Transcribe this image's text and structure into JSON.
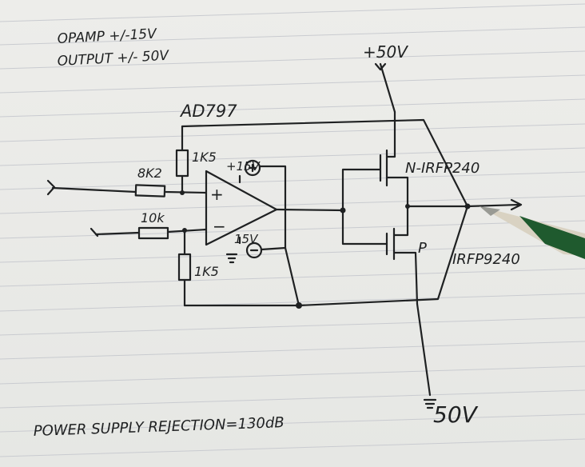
{
  "notes": {
    "line1": "OPAMP +/-15V",
    "line2": "OUTPUT +/- 50V",
    "psrr": "POWER SUPPLY REJECTION=130dB"
  },
  "components": {
    "opamp": "AD797",
    "r_in": "8K2",
    "r_ref": "10k",
    "r_top": "1K5",
    "r_bottom": "1K5",
    "pos_supply_opamp": "+15V",
    "neg_supply_opamp": "15V",
    "plus_sign": "+",
    "minus_sign": "−",
    "n_fet": "N-IRFP240",
    "p_fet_letter": "P",
    "p_fet": "IRFP9240",
    "pos_rail": "+50V",
    "neg_rail": "50V"
  }
}
